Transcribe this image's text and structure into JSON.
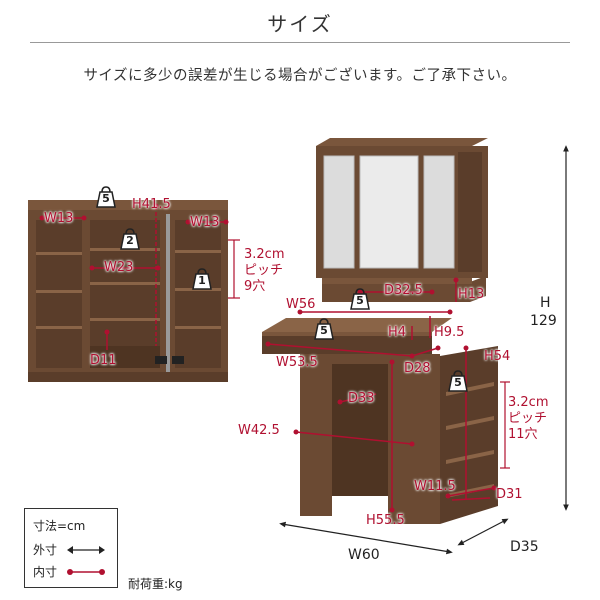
{
  "header": {
    "title": "サイズ",
    "note": "サイズに多少の誤差が生じる場合がございます。ご了承下さい。"
  },
  "left_cabinet": {
    "badges": [
      "5",
      "2",
      "1"
    ],
    "dims": {
      "w13_left": "W13",
      "h41_5": "H41.5",
      "w13_right": "W13",
      "w23": "W23",
      "d11": "D11"
    },
    "pitch": [
      "3.2cm",
      "ピッチ",
      "9穴"
    ]
  },
  "dresser": {
    "badges": [
      "5",
      "5",
      "5"
    ],
    "dims": {
      "d32_5": "D32.5",
      "h13": "H13",
      "w56": "W56",
      "h4": "H4",
      "h9_5": "H9.5",
      "w53_5": "W53.5",
      "d28": "D28",
      "h54": "H54",
      "d33": "D33",
      "w42_5": "W42.5",
      "w11_5": "W11.5",
      "d31": "D31",
      "h55_5": "H55.5",
      "h_label": "H",
      "h_value": "129",
      "w60": "W60",
      "d35": "D35"
    },
    "pitch": [
      "3.2cm",
      "ピッチ",
      "11穴"
    ]
  },
  "legend": {
    "unit": "寸法=cm",
    "outer": "外寸",
    "inner": "内寸",
    "load": "耐荷重:kg"
  },
  "colors": {
    "wood": "#6b4a33",
    "wood_dark": "#4e3422",
    "inner_dim": "#b01030",
    "outer_dim": "#222222"
  }
}
